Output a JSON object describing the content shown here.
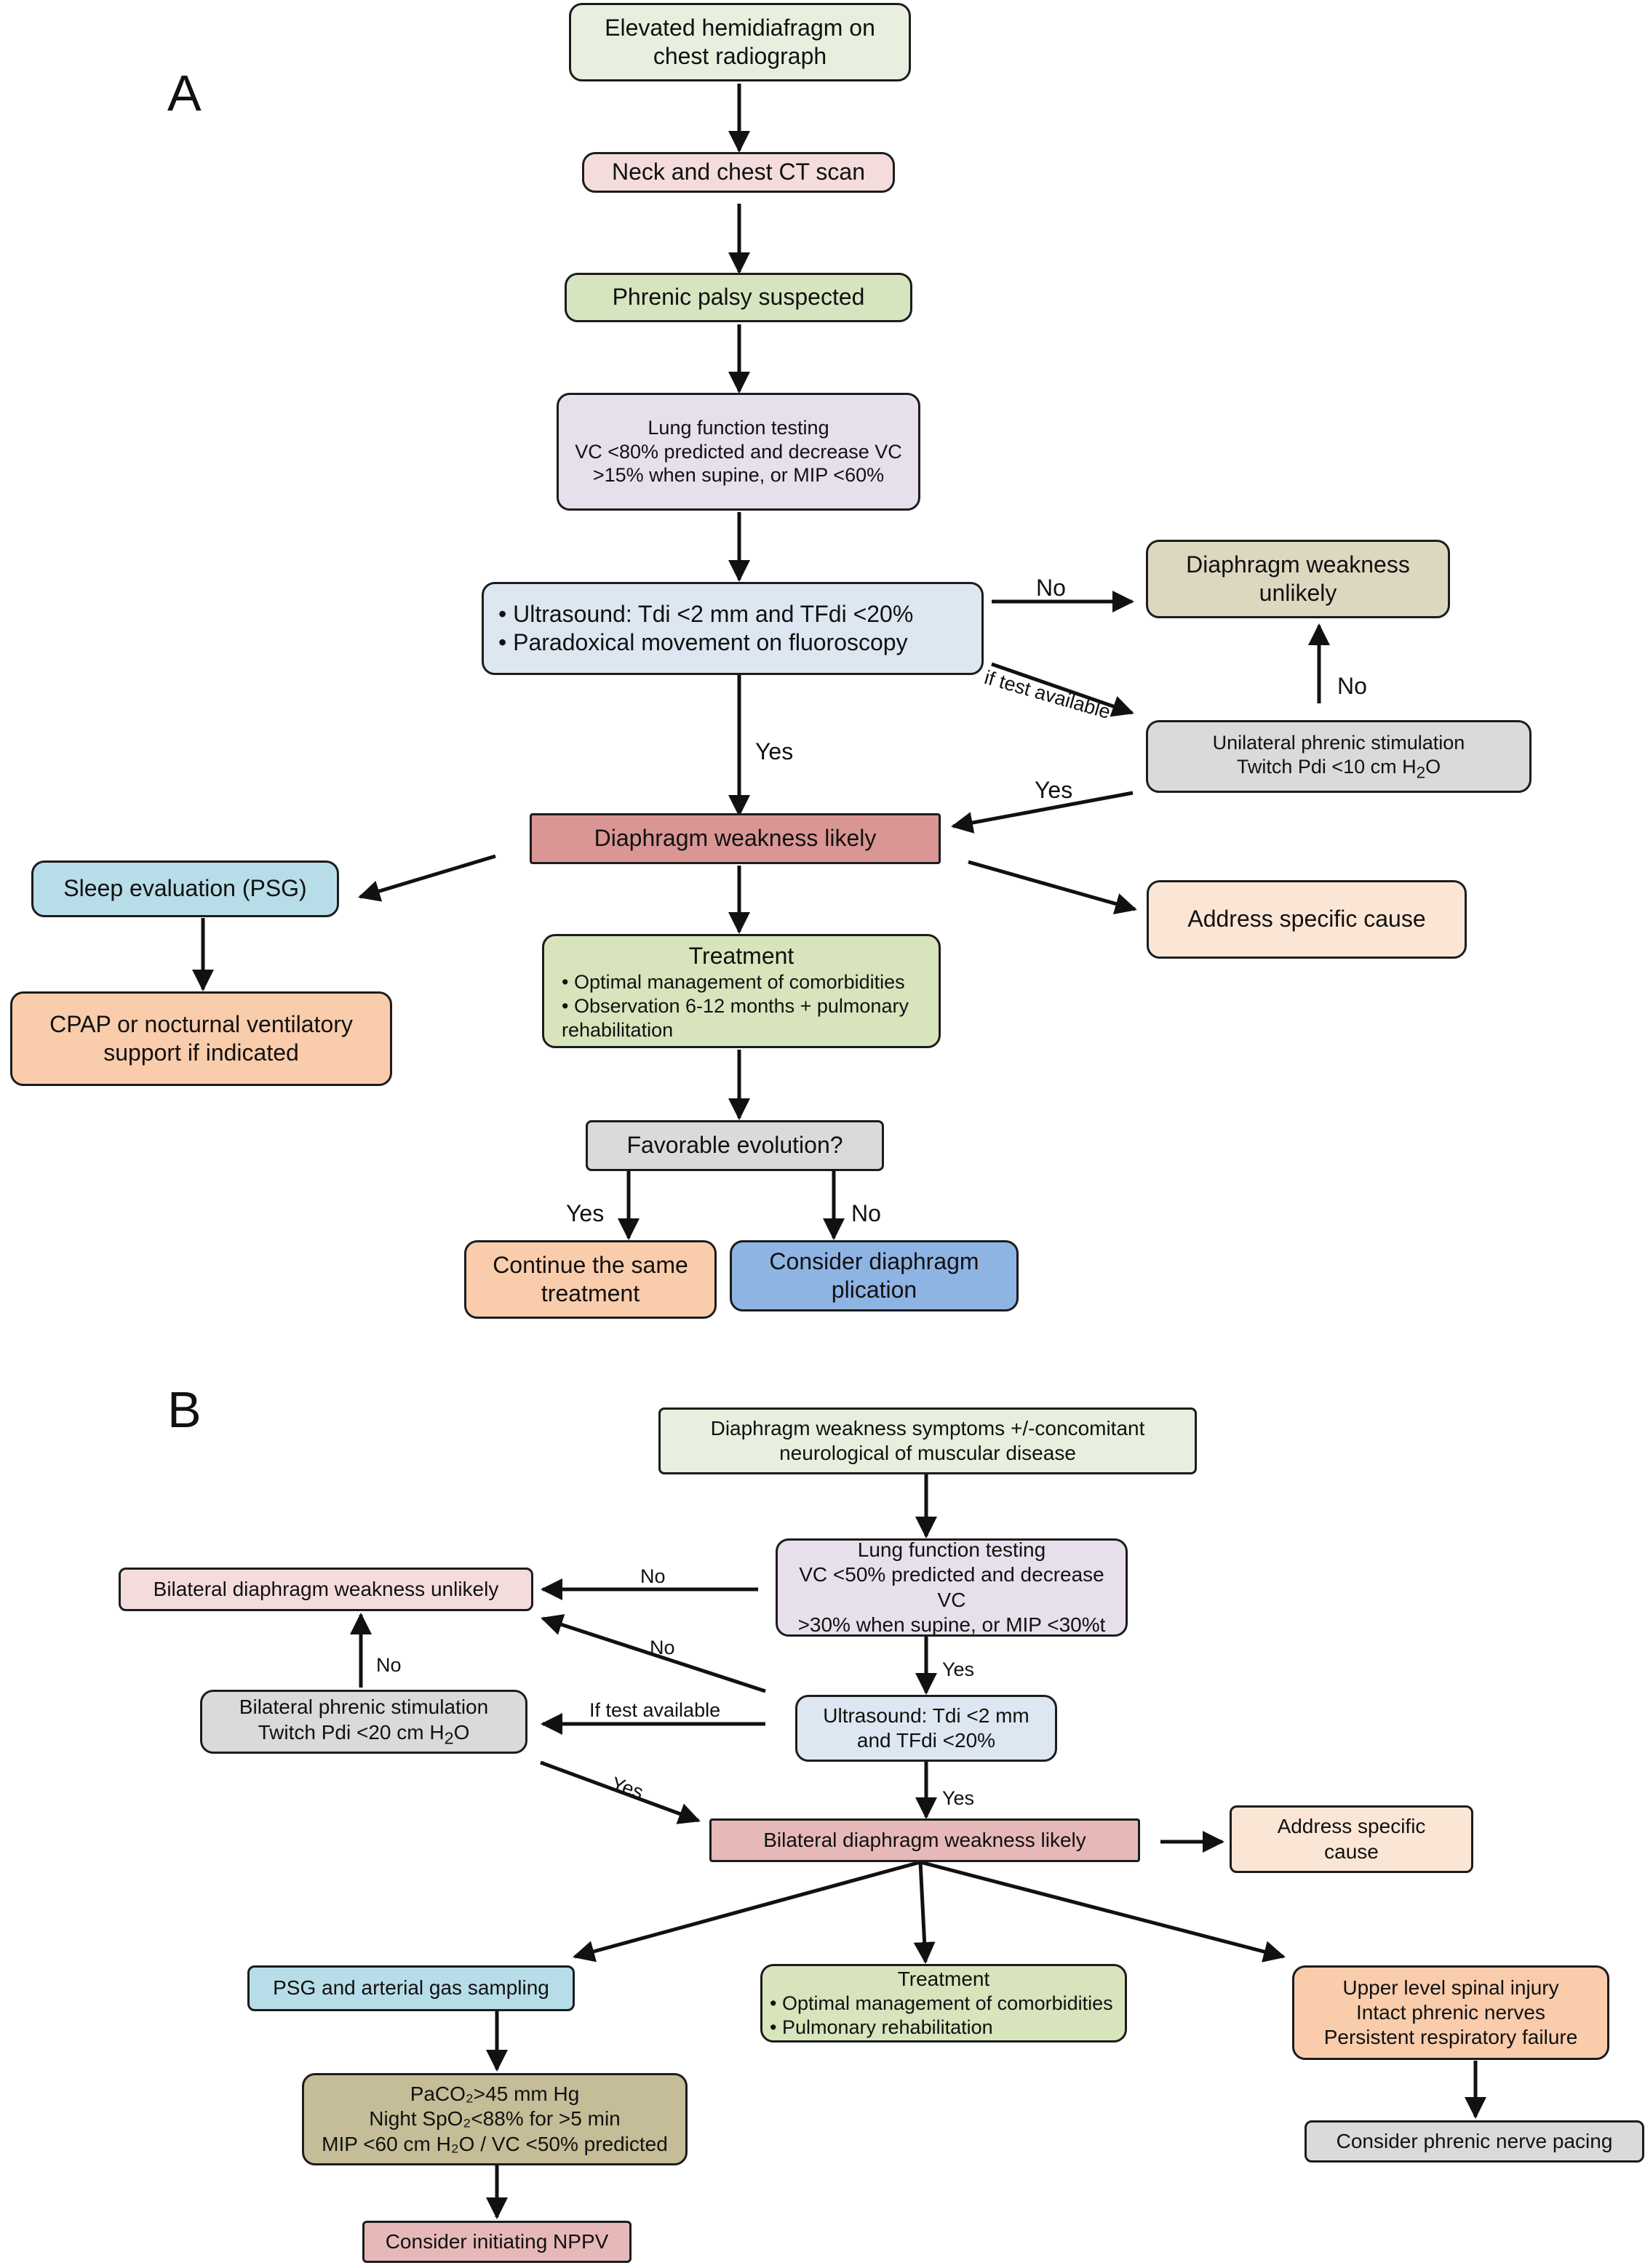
{
  "panel_a": {
    "label": "A",
    "elevated": "Elevated hemidiafragm on chest radiograph",
    "ct": "Neck and chest CT scan",
    "phrenic": "Phrenic palsy suspected",
    "lung": {
      "title": "Lung function testing",
      "line2": "VC <80% predicted and decrease VC",
      "line3": ">15% when supine, or MIP <60%"
    },
    "ultrasound": {
      "b1": "Ultrasound: Tdi <2 mm and TFdi <20%",
      "b2": "Paradoxical movement on fluoroscopy"
    },
    "unlikely": "Diaphragm weakness unlikely",
    "stim": {
      "line1": "Unilateral phrenic stimulation",
      "line2_pre": "Twitch Pdi <10 cm H",
      "line2_sub": "2",
      "line2_post": "O"
    },
    "likely": "Diaphragm weakness likely",
    "sleep": "Sleep evaluation (PSG)",
    "cpap": "CPAP or nocturnal ventilatory support if indicated",
    "address": "Address specific cause",
    "treatment": {
      "title": "Treatment",
      "b1": "Optimal management of comorbidities",
      "b2": "Observation 6-12 months + pulmonary",
      "b2_cont": "rehabilitation"
    },
    "favorable": "Favorable evolution?",
    "continue": "Continue the same treatment",
    "plication": "Consider diaphragm plication",
    "labels": {
      "no_right": "No",
      "if_test": "if test available",
      "no_up": "No",
      "yes_down": "Yes",
      "yes_left": "Yes",
      "yes_fav": "Yes",
      "no_fav": "No"
    }
  },
  "panel_b": {
    "label": "B",
    "symptoms": {
      "line1": "Diaphragm weakness symptoms +/-concomitant",
      "line2": "neurological of muscular disease"
    },
    "lung": {
      "title": "Lung function testing",
      "line2": "VC <50% predicted and decrease VC",
      "line3": ">30% when supine, or  MIP <30%t"
    },
    "unlikely": "Bilateral diaphragm weakness unlikely",
    "ultrasound": "Ultrasound: Tdi <2 mm and TFdi <20%",
    "stim": {
      "line1": "Bilateral phrenic stimulation",
      "line2_pre": "Twitch Pdi <20 cm H",
      "line2_sub": "2",
      "line2_post": "O"
    },
    "likely": "Bilateral diaphragm weakness likely",
    "address": "Address specific cause",
    "psg": "PSG and arterial gas sampling",
    "treatment": {
      "title": "Treatment",
      "b1": "Optimal management of comorbidities",
      "b2": "Pulmonary rehabilitation"
    },
    "spinal": {
      "line1": "Upper level spinal injury",
      "line2": "Intact phrenic nerves",
      "line3": "Persistent respiratory failure"
    },
    "paco2": {
      "line1": "PaCO₂>45 mm Hg",
      "line2": "Night SpO₂<88% for >5 min",
      "line3": "MIP <60 cm H₂O / VC <50% predicted"
    },
    "pacing": "Consider phrenic nerve pacing",
    "nppv": "Consider initiating NPPV",
    "labels": {
      "no_top": "No",
      "no_diag": "No",
      "no_up": "No",
      "if_test": "If test available",
      "yes_us": "Yes",
      "yes_likely": "Yes",
      "yes_diag": "Yes"
    }
  },
  "colors": {
    "arrow": "#111111",
    "border": "#1c1c1c"
  }
}
